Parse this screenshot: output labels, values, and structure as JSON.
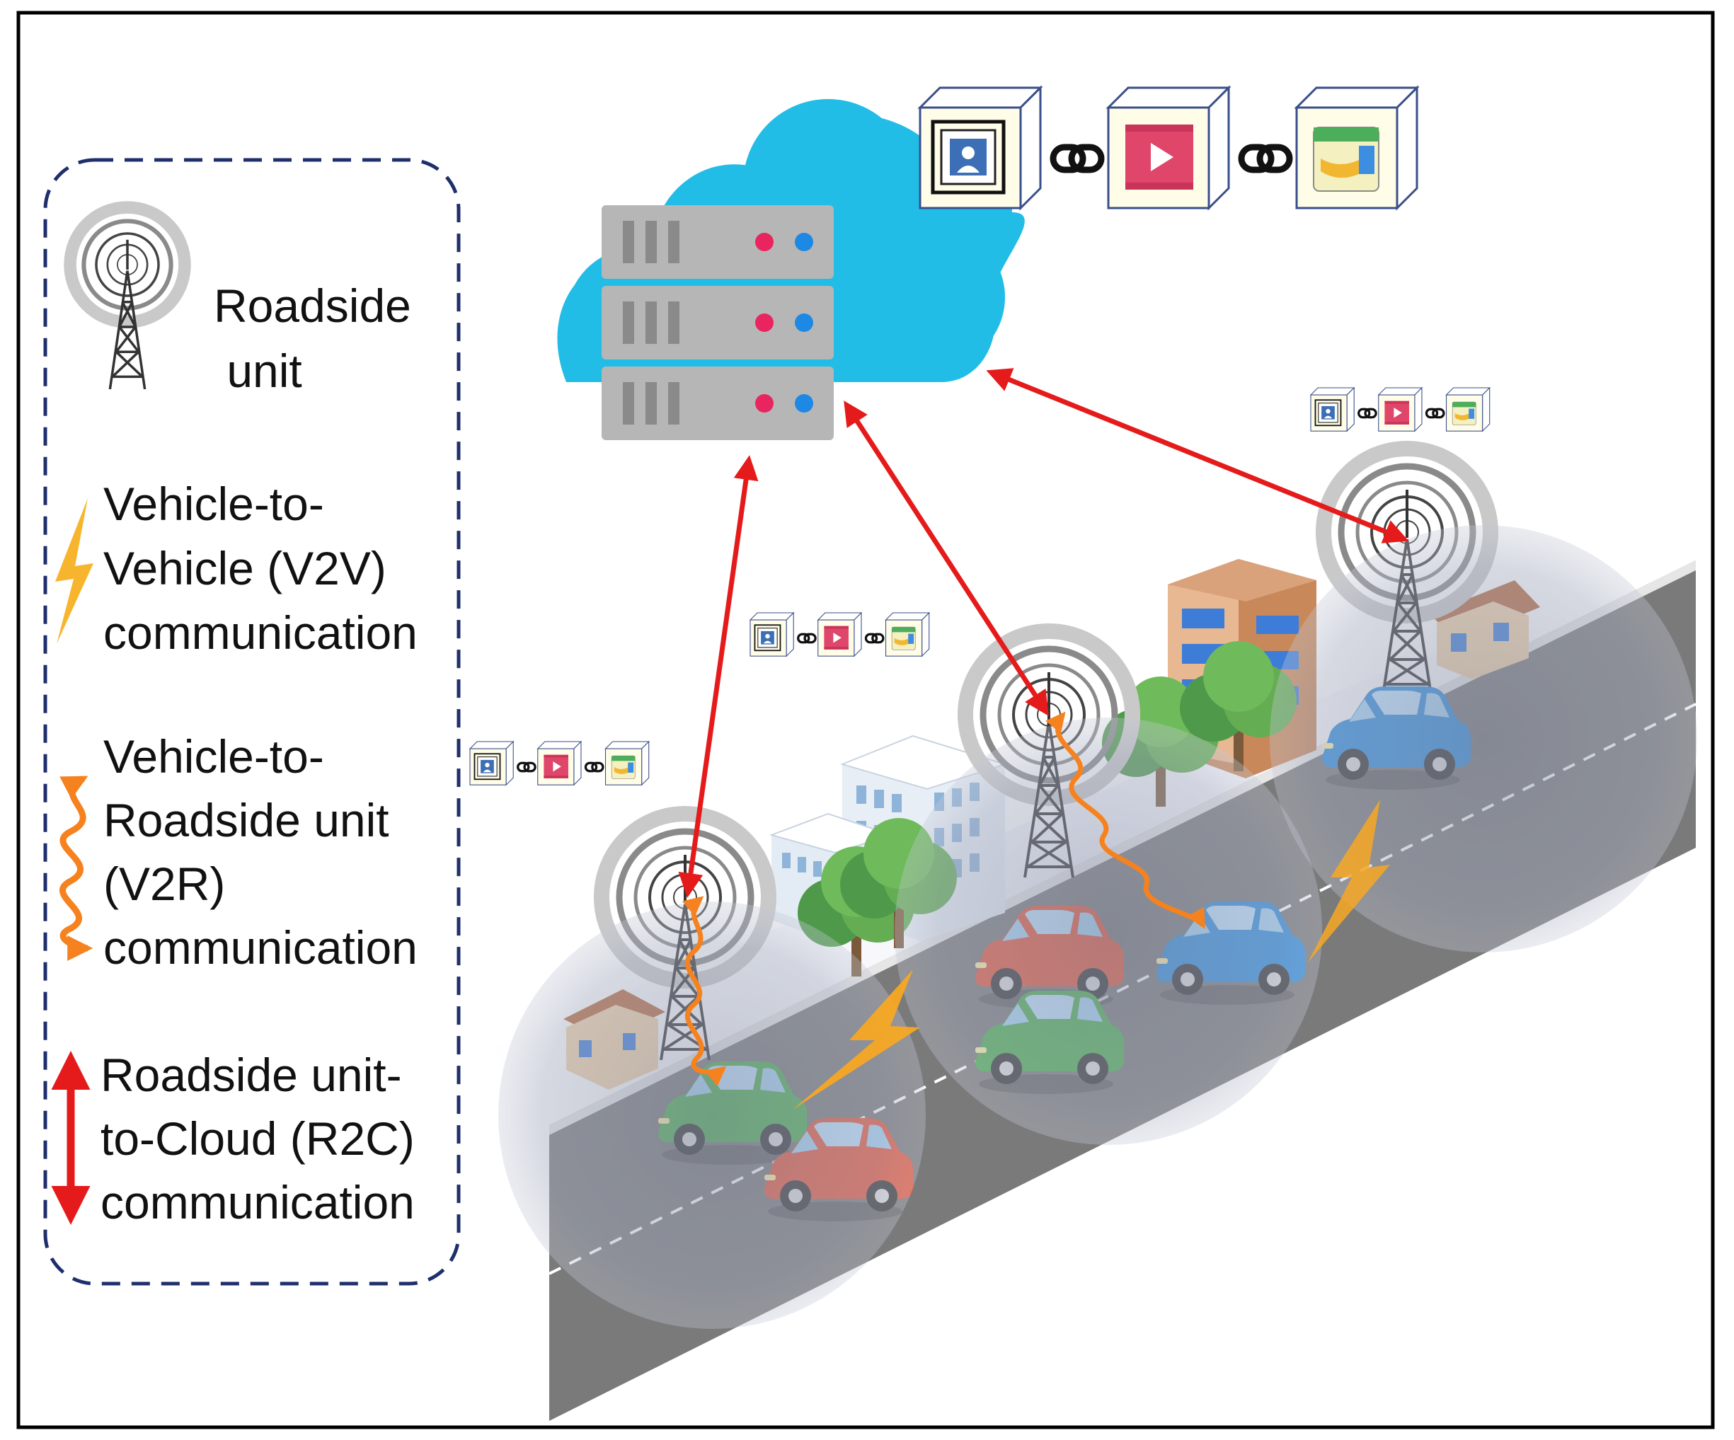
{
  "legend": {
    "items": [
      {
        "icon": "roadside-unit-icon",
        "lines": [
          "Roadside",
          " unit"
        ]
      },
      {
        "icon": "lightning-icon",
        "lines": [
          "Vehicle-to-",
          "Vehicle (V2V)",
          "communication"
        ]
      },
      {
        "icon": "wavy-arrow-icon",
        "lines": [
          "Vehicle-to-",
          "Roadside unit",
          "(V2R)",
          "communication"
        ]
      },
      {
        "icon": "double-arrow-icon",
        "lines": [
          "Roadside unit-",
          "to-Cloud (R2C)",
          "communication"
        ]
      }
    ]
  },
  "colors": {
    "frame": "#000000",
    "legend_border": "#1f2f6b",
    "cloud": "#22bde6",
    "server": "#b6b6b6",
    "server_dot_red": "#e8255f",
    "server_dot_blue": "#1e88e5",
    "road": "#7a7a7a",
    "road_side": "#555555",
    "coverage": "#9ea5b8",
    "r2c_arrow": "#e51b1b",
    "v2r_wave": "#f5821f",
    "v2v_bolt": "#f7a823",
    "car_red": "#e8563a",
    "car_green": "#4caf50",
    "car_blue": "#2f8ee0",
    "tree": "#5a9e4b",
    "block_video": "#e0456a"
  },
  "blockchains": [
    {
      "id": "cloud-chain",
      "scale": 1.0
    },
    {
      "id": "rsu4-chain",
      "scale": 0.36
    },
    {
      "id": "rsu2-chain",
      "scale": 0.36
    },
    {
      "id": "rsu1-chain",
      "scale": 0.36
    }
  ]
}
